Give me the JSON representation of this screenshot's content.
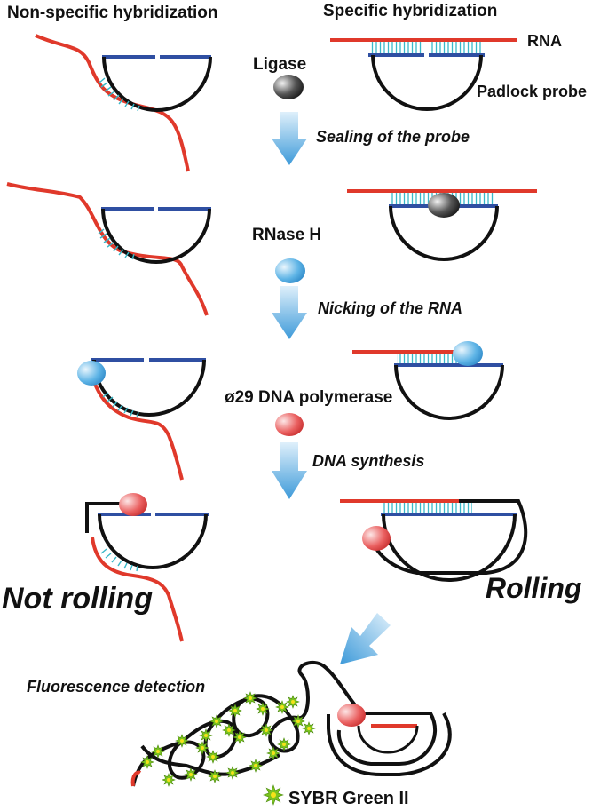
{
  "headers": {
    "left": "Non-specific hybridization",
    "right": "Specific hybridization"
  },
  "labels": {
    "rna": "RNA",
    "padlock_probe": "Padlock probe",
    "ligase": "Ligase",
    "rnase_h": "RNase H",
    "polymerase": "ø29 DNA polymerase",
    "sybr": "SYBR Green II"
  },
  "steps": {
    "sealing": "Sealing of the probe",
    "nicking": "Nicking of  the RNA",
    "synthesis": "DNA synthesis",
    "detection": "Fluorescence detection"
  },
  "outcomes": {
    "not_rolling": "Not rolling",
    "rolling": "Rolling"
  },
  "colors": {
    "rna": "#e0392b",
    "probe_arm": "#2f4fa2",
    "hybrid": "#38b8c8",
    "ligase": "#3a3a3a",
    "rnase_h": "#4aa8e0",
    "polymerase": "#e04848",
    "sybr_star": "#7bc31f",
    "sybr_core": "#f5e21a",
    "arrow": "#5aaee0"
  }
}
